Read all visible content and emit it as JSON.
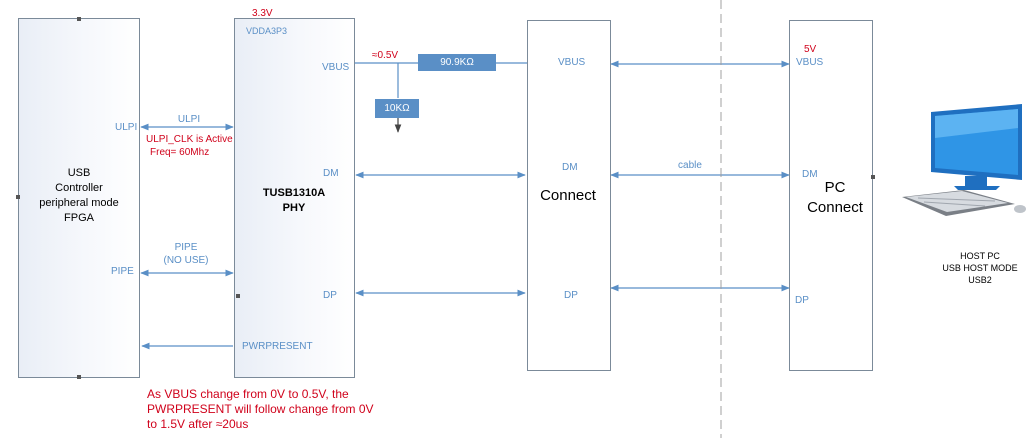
{
  "fpga_block": {
    "lines": [
      "USB",
      "Controller",
      "peripheral mode",
      "FPGA"
    ],
    "ulpi_pin": "ULPI",
    "pipe_pin": "PIPE"
  },
  "phy_block": {
    "supply": "3.3V",
    "vdda": "VDDA3P3",
    "title_line1": "TUSB1310A",
    "title_line2": "PHY",
    "vbus": "VBUS",
    "dm": "DM",
    "dp": "DP",
    "pwrpresent": "PWRPRESENT"
  },
  "ulpi_link": {
    "label": "ULPI",
    "note_line1": "ULPI_CLK is Active",
    "note_line2": "Freq= 60Mhz"
  },
  "pipe_link": {
    "label_line1": "PIPE",
    "label_line2": "(NO USE)"
  },
  "divider": {
    "vbus_level": "≈0.5V",
    "r_series": "90.9KΩ",
    "r_ground": "10KΩ"
  },
  "connect_block": {
    "title": "Connect",
    "vbus": "VBUS",
    "dm": "DM",
    "dp": "DP"
  },
  "cable": {
    "label": "cable"
  },
  "pc_connect_block": {
    "title_line1": "PC",
    "title_line2": "Connect",
    "supply": "5V",
    "vbus": "VBUS",
    "dm": "DM",
    "dp": "DP"
  },
  "host_pc": {
    "lines": [
      "HOST PC",
      "USB HOST MODE",
      "USB2"
    ]
  },
  "note": {
    "lines": [
      "As VBUS change from 0V  to 0.5V, the",
      "PWRPRESENT will follow change from 0V",
      "to 1.5V after ≈20us"
    ]
  },
  "colors": {
    "line": "#5a8fc6",
    "note": "#d0021b",
    "border": "#7b8a99"
  }
}
